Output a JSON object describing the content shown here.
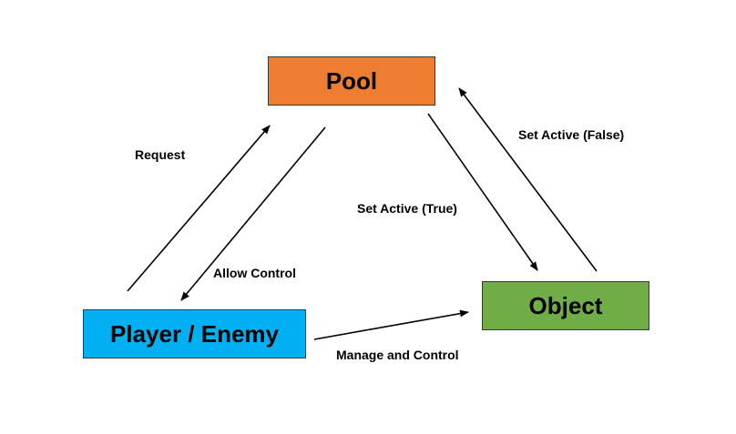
{
  "nodes": {
    "pool": {
      "label": "Pool",
      "color": "#ED7D31"
    },
    "player_enemy": {
      "label": "Player / Enemy",
      "color": "#00B0F0"
    },
    "object": {
      "label": "Object",
      "color": "#70AD47"
    }
  },
  "edges": {
    "request": {
      "label": "Request",
      "from": "player_enemy",
      "to": "pool"
    },
    "allow_control": {
      "label": "Allow Control",
      "from": "pool",
      "to": "player_enemy"
    },
    "set_active_true": {
      "label": "Set Active (True)",
      "from": "pool",
      "to": "object"
    },
    "set_active_false": {
      "label": "Set Active (False)",
      "from": "object",
      "to": "pool"
    },
    "manage_and_control": {
      "label": "Manage and Control",
      "from": "player_enemy",
      "to": "object"
    }
  }
}
